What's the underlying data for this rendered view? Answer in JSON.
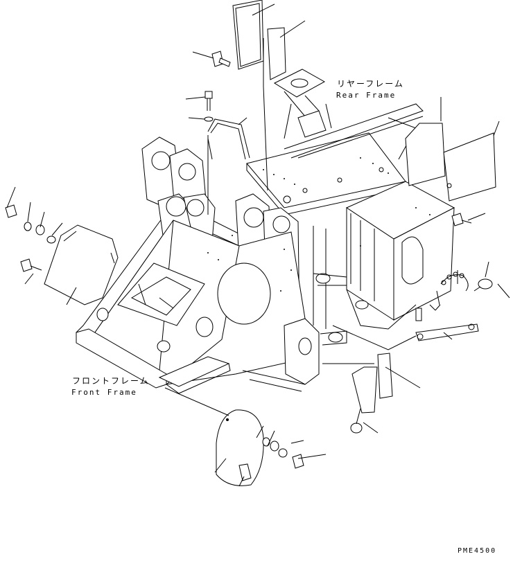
{
  "labels": {
    "rear_frame_jp": "リヤーフレーム",
    "rear_frame_en": "Rear Frame",
    "front_frame_jp": "フロントフレーム",
    "front_frame_en": "Front Frame",
    "drawing_code": "PME4500"
  },
  "colors": {
    "line": "#000000",
    "background": "#ffffff"
  }
}
